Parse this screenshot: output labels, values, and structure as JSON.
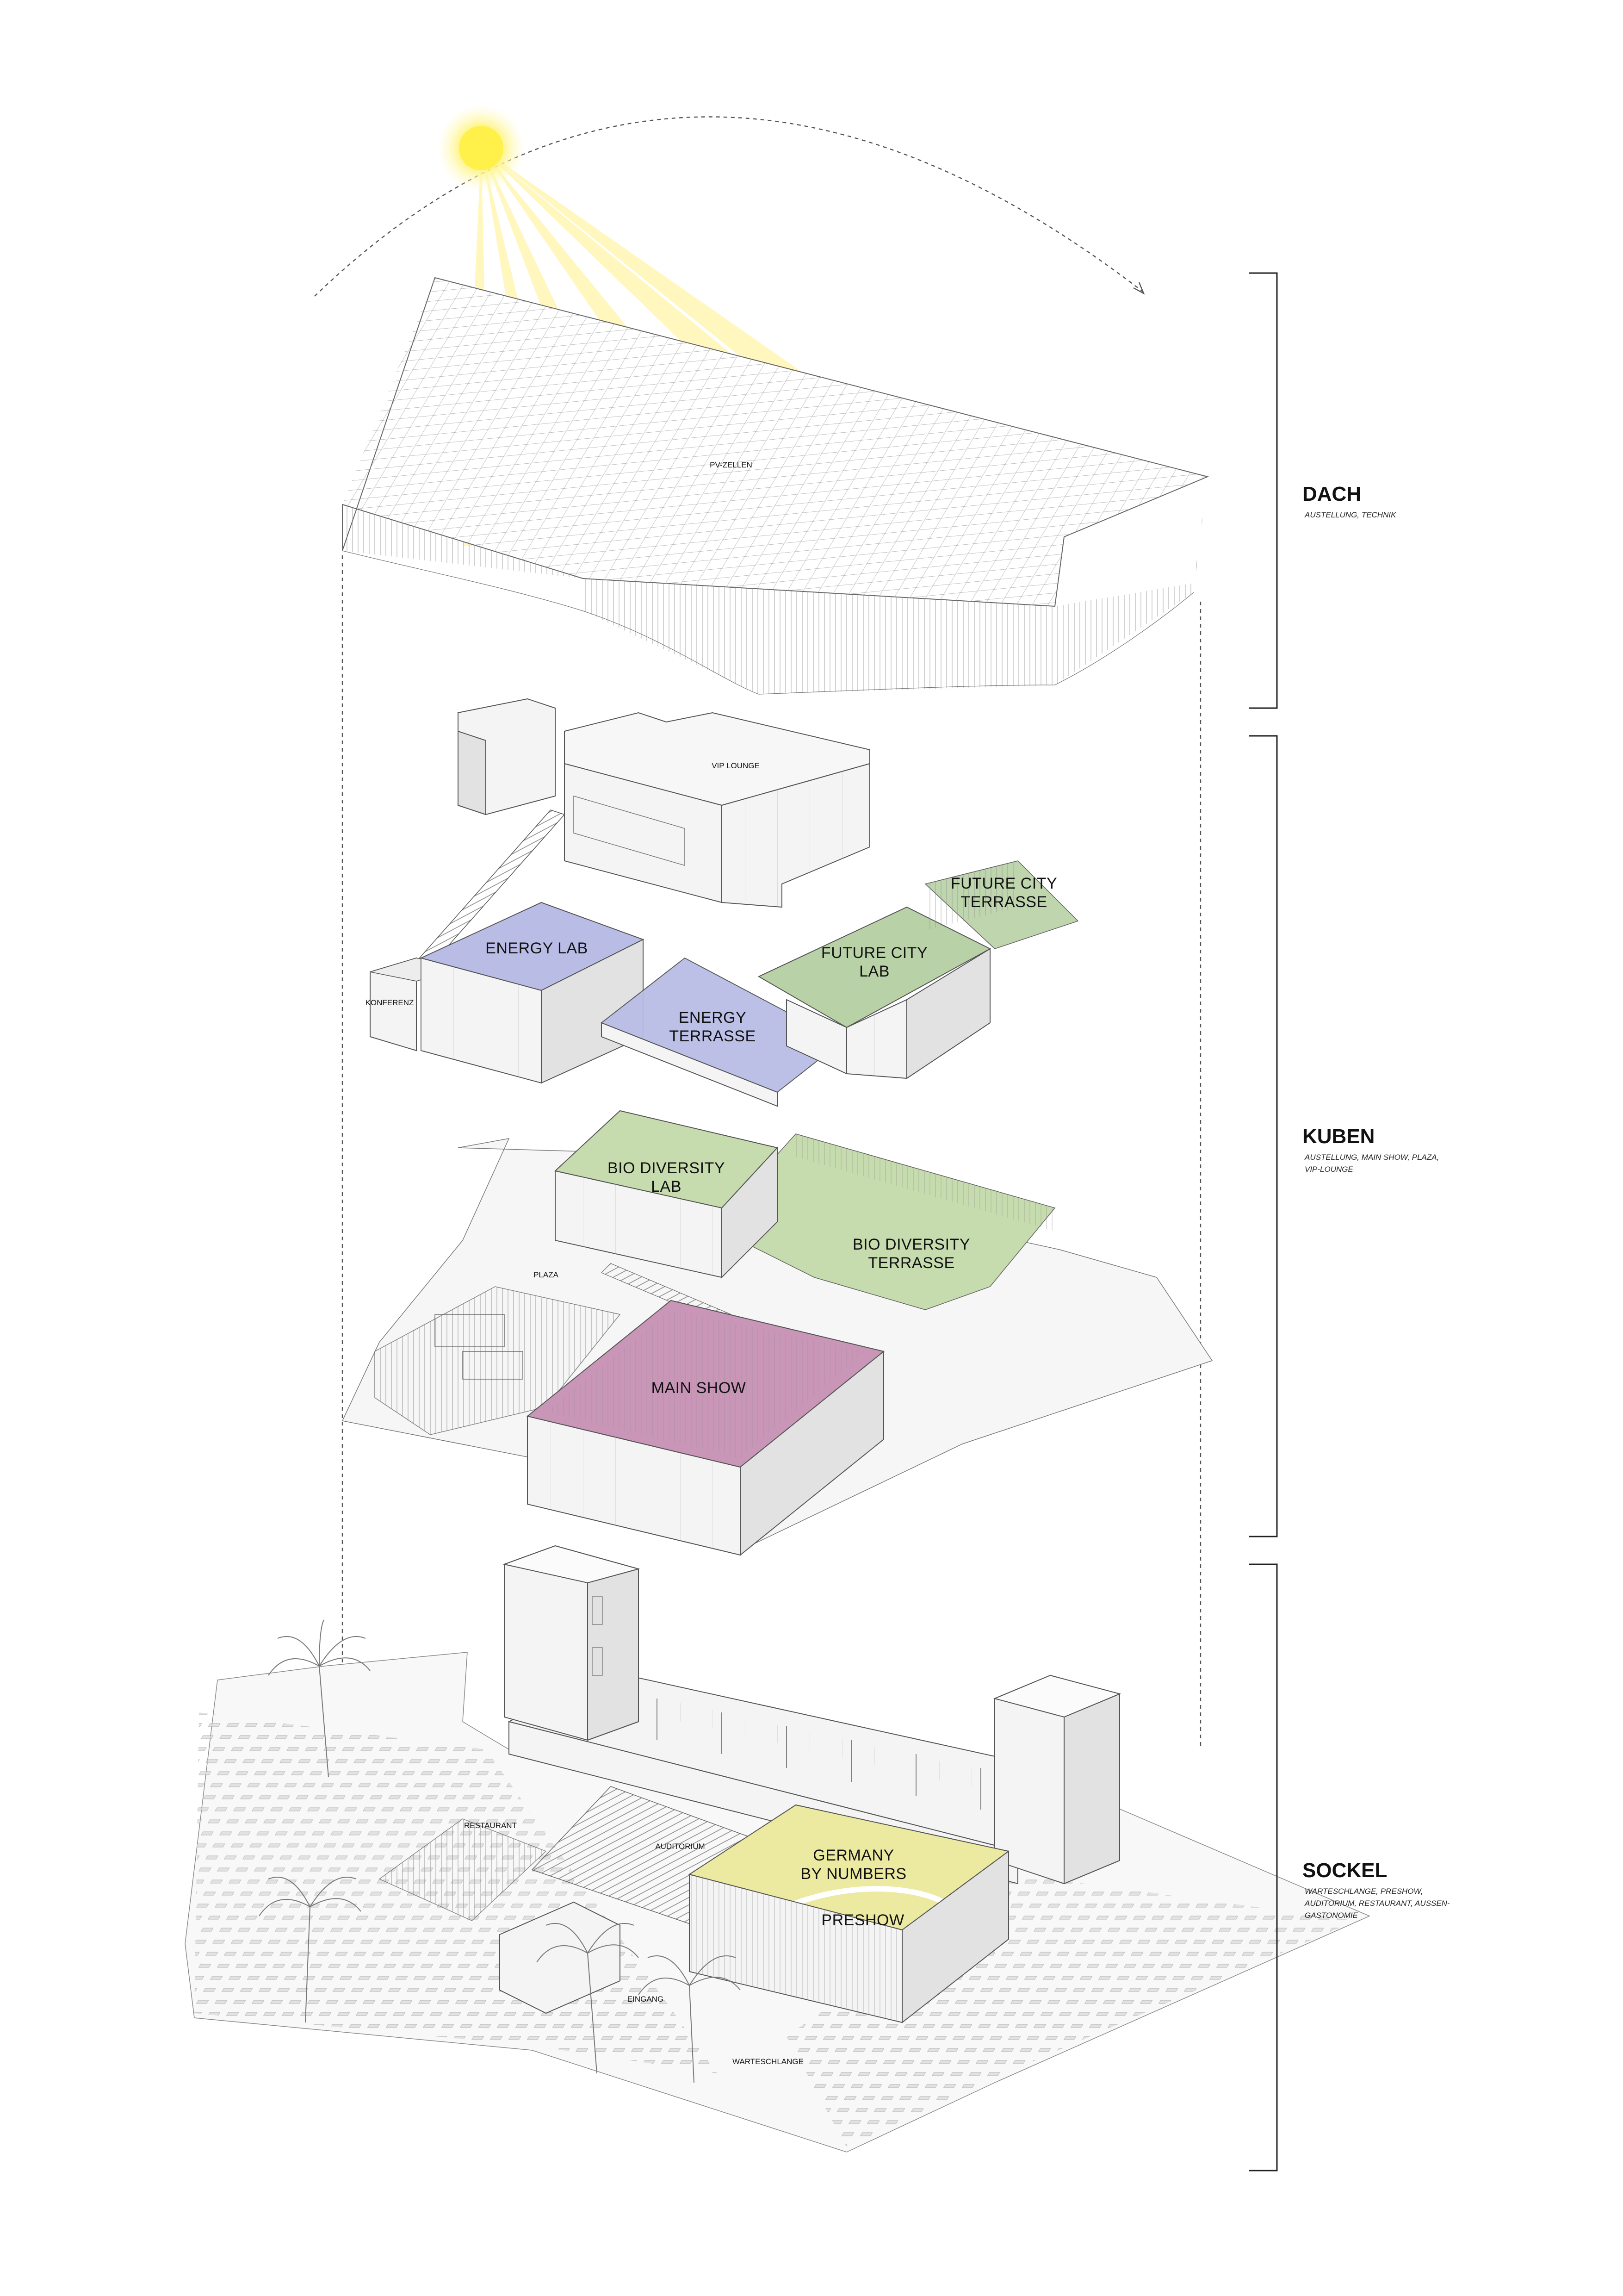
{
  "sections": {
    "dach": {
      "title": "DACH",
      "subtitle": "AUSTELLUNG, TECHNIK"
    },
    "kuben": {
      "title": "KUBEN",
      "subtitle_line1": "AUSTELLUNG, MAIN SHOW, PLAZA,",
      "subtitle_line2": "VIP-LOUNGE"
    },
    "sockel": {
      "title": "SOCKEL",
      "subtitle_line1": "WARTESCHLANGE, PRESHOW,",
      "subtitle_line2": "AUDITORIUM, RESTAURANT, AUSSEN-",
      "subtitle_line3": "GASTONOMIE"
    }
  },
  "roof": {
    "label": "PV-ZELLEN"
  },
  "rooms": {
    "vip_lounge": "VIP LOUNGE",
    "future_city_terrasse_1": "FUTURE CITY",
    "future_city_terrasse_2": "TERRASSE",
    "energy_lab": "ENERGY LAB",
    "future_city_lab_1": "FUTURE CITY",
    "future_city_lab_2": "LAB",
    "konferenz": "KONFERENZ",
    "energy_terrasse_1": "ENERGY",
    "energy_terrasse_2": "TERRASSE",
    "bio_diversity_lab_1": "BIO DIVERSITY",
    "bio_diversity_lab_2": "LAB",
    "bio_diversity_terrasse_1": "BIO DIVERSITY",
    "bio_diversity_terrasse_2": "TERRASSE",
    "plaza": "PLAZA",
    "main_show": "MAIN SHOW",
    "restaurant": "RESTAURANT",
    "auditorium": "AUDITORIUM",
    "germany_by_numbers_1": "GERMANY",
    "germany_by_numbers_2": "BY NUMBERS",
    "preshow": "PRESHOW",
    "eingang": "EINGANG",
    "warteschlange": "WARTESCHLANGE"
  },
  "colors": {
    "sun": "#fff27a",
    "energy": "#b9bde6",
    "future_city": "#b8d1a6",
    "bio_diversity": "#c7dcae",
    "main_show": "#c996b8",
    "preshow": "#ece9a0"
  }
}
